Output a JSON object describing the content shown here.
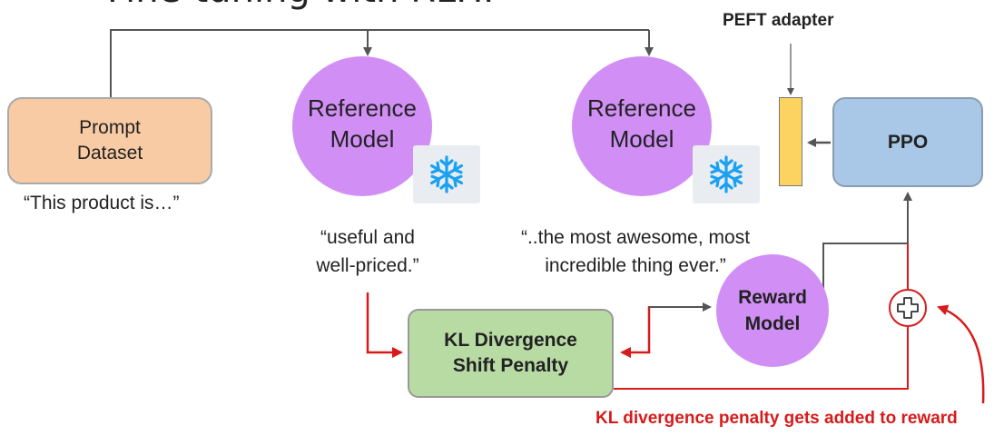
{
  "title": {
    "text": "Fine-tuning with RLHF"
  },
  "prompt_dataset": {
    "line1": "Prompt",
    "line2": "Dataset",
    "sample": "“This product  is…”"
  },
  "reference_model_left": {
    "line1": "Reference",
    "line2": "Model",
    "icon": "snowflake-icon",
    "completion_line1": "“useful and",
    "completion_line2": "well-priced.”"
  },
  "reference_model_right": {
    "line1": "Reference",
    "line2": "Model",
    "icon": "snowflake-icon",
    "completion_line1": "“..the most awesome, most",
    "completion_line2": "incredible thing ever.”"
  },
  "kl_box": {
    "line1": "KL Divergence",
    "line2": "Shift Penalty"
  },
  "reward_model": {
    "line1": "Reward",
    "line2": "Model"
  },
  "ppo": {
    "label": "PPO"
  },
  "peft_adapter": {
    "label": "PEFT adapter"
  },
  "annotation": {
    "text": "KL divergence penalty gets added to reward"
  },
  "colors": {
    "prompt_fill": "#f8cba5",
    "model_fill": "#d18ff6",
    "kl_fill": "#b8dba4",
    "ppo_fill": "#a9c8e8",
    "adapter_fill": "#fdd35f",
    "snowflake": "#1aa1f0",
    "red_arrow": "#d81a1a",
    "gray_line": "#555555"
  }
}
